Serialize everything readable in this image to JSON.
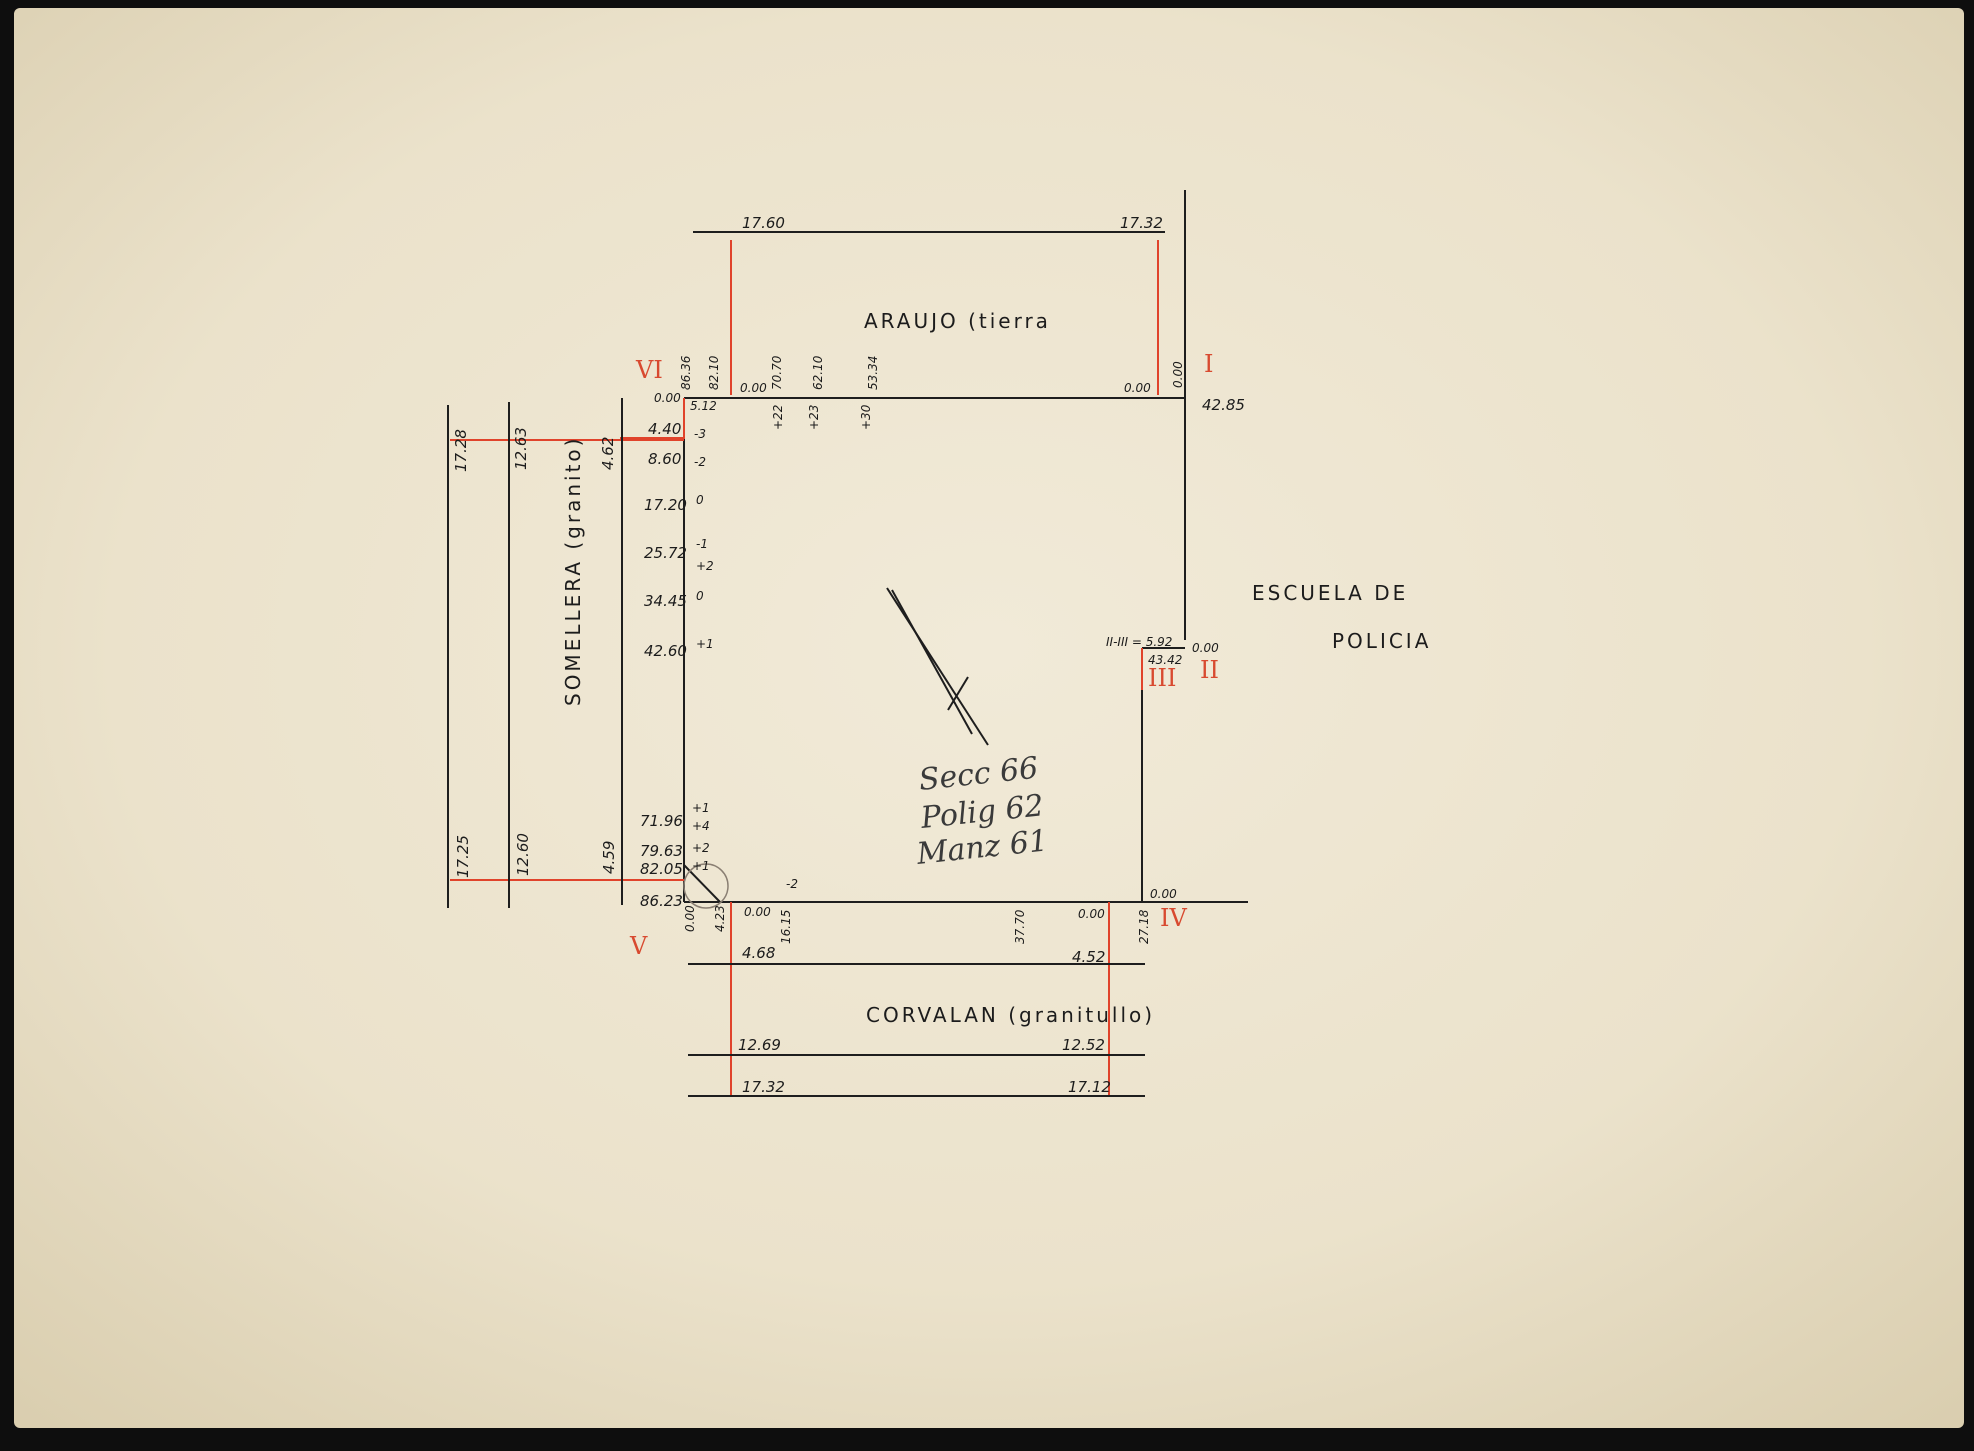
{
  "streets": {
    "north": "ARAUJO (tierra",
    "south": "CORVALAN (granitullo)",
    "west": "SOMELLERA (granito)",
    "east_line1": "ESCUELA DE",
    "east_line2": "POLICIA"
  },
  "vertices": {
    "I": "I",
    "II": "II",
    "III": "III",
    "IV": "IV",
    "V": "V",
    "VI": "VI"
  },
  "top_street": {
    "left": "17.60",
    "right": "17.32"
  },
  "top_edge": [
    "86.36",
    "82.10",
    "0.00",
    "70.70",
    "62.10",
    "53.34",
    "+22",
    "+23",
    "+30",
    "0.00",
    "0.00",
    "42.85"
  ],
  "left_edge": [
    "0.00",
    "4.40",
    "8.60",
    "17.20",
    "25.72",
    "34.45",
    "42.60",
    "71.96",
    "79.63",
    "82.05",
    "86.23"
  ],
  "left_offsets": [
    "5.12",
    "-3",
    "-2",
    "0",
    "-1",
    "+2",
    "0",
    "+1",
    "+1",
    "+4",
    "+2",
    "+1"
  ],
  "west_street": {
    "upper": [
      "17.28",
      "12.63",
      "4.62"
    ],
    "lower": [
      "17.25",
      "12.60",
      "4.59"
    ]
  },
  "bottom_edge": [
    "0.00",
    "4.23",
    "0.00",
    "16.15",
    "-2",
    "37.70",
    "0.00",
    "27.18",
    "0.00"
  ],
  "east_corner": {
    "label": "II-III = 5.92",
    "value": "43.42",
    "zero": "0.00"
  },
  "bottom_street": [
    "4.68",
    "4.52",
    "12.69",
    "12.52",
    "17.32",
    "17.12"
  ],
  "handwritten": [
    "Secc 66",
    "Polig 62",
    "Manz 61"
  ]
}
